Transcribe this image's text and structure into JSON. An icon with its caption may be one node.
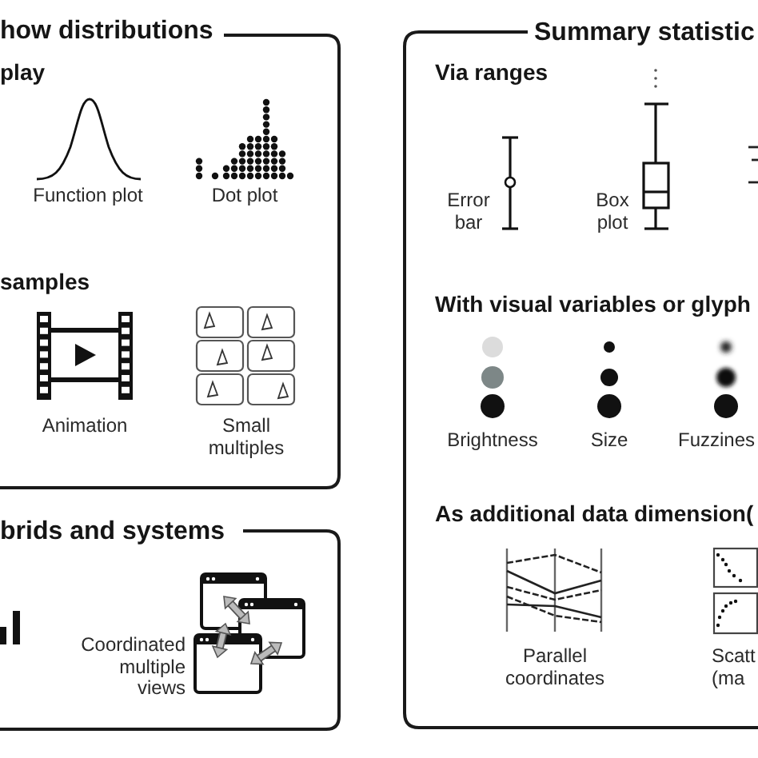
{
  "diagram": {
    "nodes": [
      {
        "text": [
          "how distributions",
          "play",
          "samples"
        ]
      },
      {
        "text": [],
        "shape": "picture",
        "in": 0,
        "beside": [
          "Function plot"
        ]
      },
      {
        "text": [],
        "shape": "picture",
        "in": 0,
        "beside": [
          "Dot plot"
        ]
      },
      {
        "text": [],
        "shape": "picture",
        "in": 0,
        "beside": [
          "Animation"
        ]
      },
      {
        "text": [],
        "shape": "picture",
        "in": 0,
        "beside": [
          "Small multiples"
        ]
      },
      {
        "text": [
          "brids and systems"
        ]
      },
      {
        "text": [],
        "shape": "picture",
        "in": 5
      },
      {
        "text": [],
        "shape": "picture",
        "in": 5,
        "beside": [
          "Coordinated multiple views"
        ]
      },
      {
        "text": [
          "Summary statistic",
          "Via ranges",
          "With visual variables or glyph",
          "As additional data dimension("
        ]
      },
      {
        "text": [],
        "shape": "picture",
        "in": 8,
        "beside": [
          "Error bar"
        ]
      },
      {
        "text": [],
        "shape": "picture",
        "in": 8,
        "beside": [
          "Box plot"
        ]
      },
      {
        "text": [],
        "shape": "picture",
        "in": 8
      },
      {
        "text": [],
        "shape": "picture",
        "in": 8,
        "beside": [
          "Brightness"
        ]
      },
      {
        "text": [],
        "shape": "picture",
        "in": 8,
        "beside": [
          "Size"
        ]
      },
      {
        "text": [],
        "shape": "picture",
        "in": 8,
        "beside": [
          "Fuzzines"
        ]
      },
      {
        "text": [],
        "shape": "picture",
        "in": 8,
        "beside": [
          "Parallel coordinates"
        ]
      },
      {
        "text": [],
        "shape": "picture",
        "in": 8,
        "beside": [
          "Scatt (ma"
        ]
      }
    ]
  }
}
